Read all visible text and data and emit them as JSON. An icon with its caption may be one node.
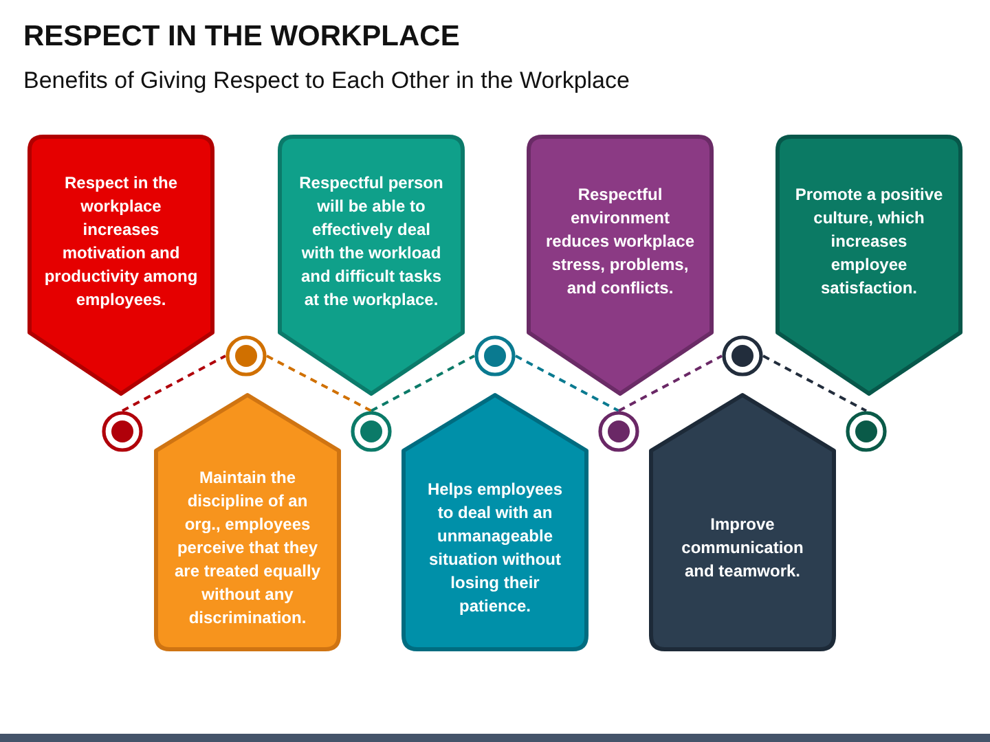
{
  "diagram": {
    "title": "RESPECT IN THE WORKPLACE",
    "nodes": [
      {
        "text": [
          "Respect in the workplace increases motivation and productivity among employees."
        ]
      },
      {
        "text": [
          "Maintain the discipline of an org., employees perceive that they are treated equally without any discrimination."
        ]
      },
      {
        "text": [
          "Respectful person will be able to effectively deal with the workload and difficult tasks at the workplace."
        ]
      },
      {
        "text": [
          "Helps employees to deal with an unmanageable situation without losing their patience."
        ]
      },
      {
        "text": [
          "Respectful environment reduces workplace stress, problems, and conflicts."
        ]
      },
      {
        "text": [
          "Improve communication and teamwork."
        ]
      },
      {
        "text": [
          "Promote a positive culture, which increases employee satisfaction."
        ]
      },
      {
        "text": [],
        "shape": "circle"
      },
      {
        "text": [],
        "shape": "circle"
      },
      {
        "text": [],
        "shape": "circle"
      },
      {
        "text": [],
        "shape": "circle"
      },
      {
        "text": [],
        "shape": "circle"
      },
      {
        "text": [],
        "shape": "circle"
      },
      {
        "text": [],
        "shape": "circle"
      }
    ],
    "edges": [
      {
        "from": 7,
        "to": 8,
        "arrow": "none",
        "style": "dashed",
        "color": "#b0000a"
      },
      {
        "from": 8,
        "to": 9,
        "arrow": "none",
        "style": "dashed",
        "color": "#d07000"
      },
      {
        "from": 9,
        "to": 10,
        "arrow": "none",
        "style": "dashed",
        "color": "#0b7a68"
      },
      {
        "from": 10,
        "to": 11,
        "arrow": "none",
        "style": "dashed",
        "color": "#0a7a90"
      },
      {
        "from": 11,
        "to": 12,
        "arrow": "none",
        "style": "dashed",
        "color": "#6a2866"
      },
      {
        "from": 12,
        "to": 13,
        "arrow": "none",
        "style": "dashed",
        "color": "#222d3c"
      }
    ],
    "labels": [
      "Benefits of Giving Respect to Each Other in the Workplace"
    ]
  }
}
